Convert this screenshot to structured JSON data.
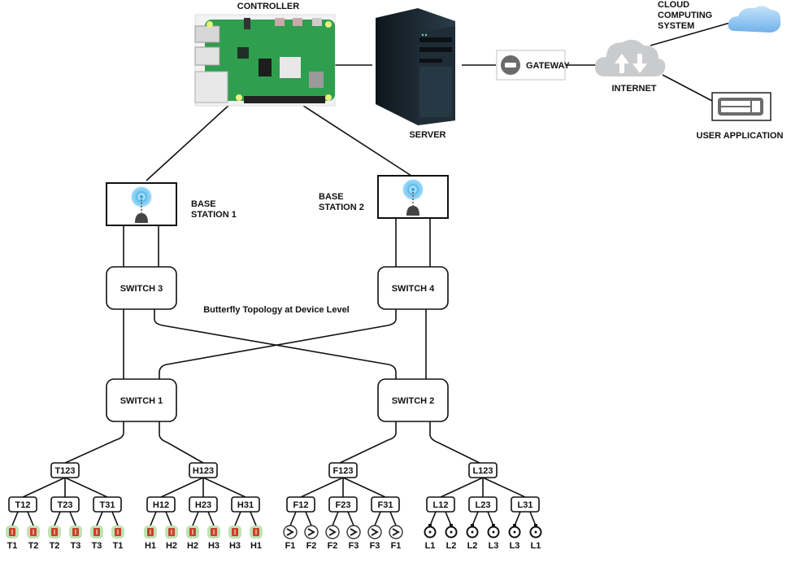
{
  "title": "Butterfly Topology at Device Level",
  "top_nodes": {
    "controller": "CONTROLLER",
    "server": "SERVER",
    "gateway": "GATEWAY",
    "internet": "INTERNET",
    "cloud": "CLOUD\nCOMPUTING\nSYSTEM",
    "user_app": "USER APPLICATION"
  },
  "base_stations": [
    {
      "label": "BASE\nSTATION 1"
    },
    {
      "label": "BASE\nSTATION 2"
    }
  ],
  "switches": {
    "s3": "SWITCH 3",
    "s4": "SWITCH 4",
    "s1": "SWITCH 1",
    "s2": "SWITCH 2"
  },
  "groups": [
    {
      "root": "T123",
      "sensor_icon": "temperature-sensor-icon",
      "children": [
        {
          "label": "T12",
          "leaves": [
            "T1",
            "T2"
          ]
        },
        {
          "label": "T23",
          "leaves": [
            "T2",
            "T3"
          ]
        },
        {
          "label": "T31",
          "leaves": [
            "T3",
            "T1"
          ]
        }
      ]
    },
    {
      "root": "H123",
      "sensor_icon": "humidity-sensor-icon",
      "children": [
        {
          "label": "H12",
          "leaves": [
            "H1",
            "H2"
          ]
        },
        {
          "label": "H23",
          "leaves": [
            "H2",
            "H3"
          ]
        },
        {
          "label": "H31",
          "leaves": [
            "H3",
            "H1"
          ]
        }
      ]
    },
    {
      "root": "F123",
      "sensor_icon": "fan-icon",
      "children": [
        {
          "label": "F12",
          "leaves": [
            "F1",
            "F2"
          ]
        },
        {
          "label": "F23",
          "leaves": [
            "F2",
            "F3"
          ]
        },
        {
          "label": "F31",
          "leaves": [
            "F3",
            "F1"
          ]
        }
      ]
    },
    {
      "root": "L123",
      "sensor_icon": "light-bulb-icon",
      "children": [
        {
          "label": "L12",
          "leaves": [
            "L1",
            "L2"
          ]
        },
        {
          "label": "L23",
          "leaves": [
            "L2",
            "L3"
          ]
        },
        {
          "label": "L31",
          "leaves": [
            "L3",
            "L1"
          ]
        }
      ]
    }
  ],
  "colors": {
    "line": "#111111",
    "board_green": "#2f9e4f",
    "server_dark": "#1d2a33",
    "gateway_grey": "#6b6b6b",
    "cloud_grey": "#c9cbcd",
    "cloud_blue": "#9cc9ef",
    "wifi_blue": "#4fb3e8",
    "sensor_red": "#c8422a",
    "sensor_green": "#bfe3b4"
  }
}
